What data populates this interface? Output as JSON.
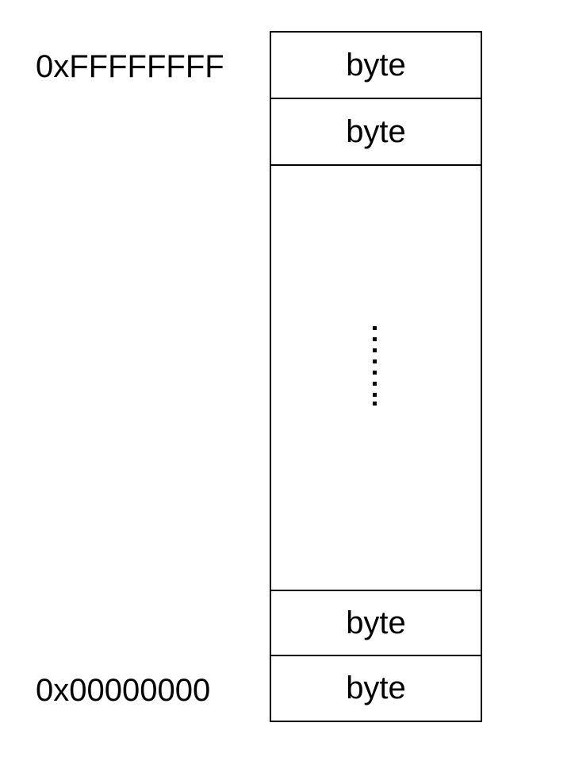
{
  "addresses": {
    "top": "0xFFFFFFFF",
    "bottom": "0x00000000"
  },
  "cells": [
    "byte",
    "byte",
    "byte",
    "byte"
  ]
}
